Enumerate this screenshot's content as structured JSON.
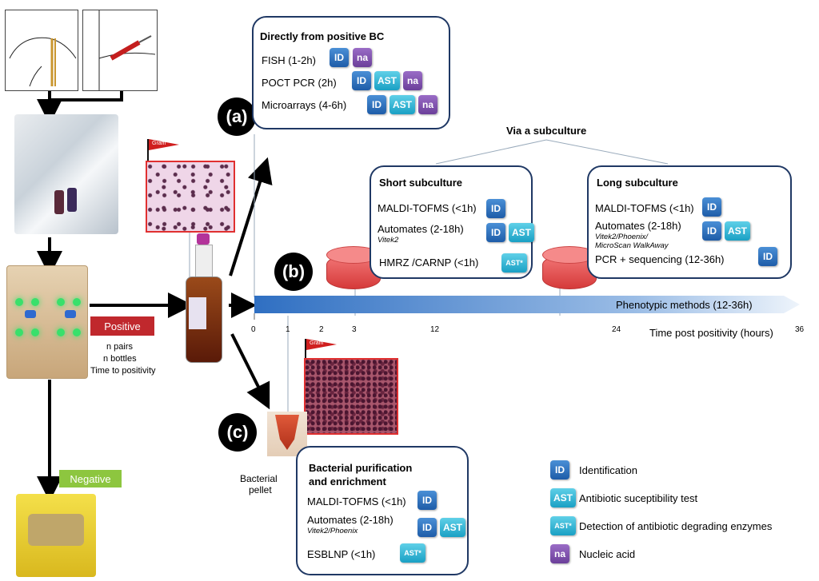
{
  "labels": {
    "a": "(a)",
    "b": "(b)",
    "c": "(c)",
    "positive": "Positive",
    "negative": "Negative",
    "n_pairs": "n pairs",
    "n_bottles": "n bottles",
    "time_to_positivity": "Time to positivity",
    "gram": "Gram",
    "bacterial_pellet_1": "Bacterial",
    "bacterial_pellet_2": "pellet",
    "via_subculture": "Via a subculture",
    "phenotypic": "Phenotypic methods (12-36h)",
    "time_axis": "Time post positivity (hours)"
  },
  "ticks": [
    "0",
    "1",
    "2",
    "3",
    "12",
    "24",
    "36"
  ],
  "box_a": {
    "title": "Directly from positive BC",
    "rows": [
      "FISH (1-2h)",
      "POCT PCR (2h)",
      "Microarrays (4-6h)"
    ]
  },
  "box_short": {
    "title": "Short subculture",
    "rows": [
      "MALDI-TOFMS (<1h)",
      "Automates (2-18h)",
      "HMRZ /CARNP (<1h)"
    ],
    "sub": "Vitek2"
  },
  "box_long": {
    "title": "Long subculture",
    "rows": [
      "MALDI-TOFMS (<1h)",
      "Automates (2-18h)",
      "PCR + sequencing (12-36h)"
    ],
    "sub1": "Vitek2/Phoenix/",
    "sub2": "MicroScan WalkAway"
  },
  "box_c": {
    "title1": "Bacterial purification",
    "title2": "and enrichment",
    "rows": [
      "MALDI-TOFMS (<1h)",
      "Automates (2-18h)",
      "ESBLNP (<1h)"
    ],
    "sub": "Vitek2/Phoenix"
  },
  "badges": {
    "id": "ID",
    "ast": "AST",
    "ast_star": "AST*",
    "na": "na"
  },
  "legend": [
    {
      "badge": "ID",
      "text": "Identification"
    },
    {
      "badge": "AST",
      "text": "Antibiotic suceptibility test"
    },
    {
      "badge": "AST*",
      "text": "Detection of antibiotic degrading enzymes"
    },
    {
      "badge": "na",
      "text": "Nucleic acid"
    }
  ],
  "colors": {
    "positive": "#c0282d",
    "negative": "#8dc63f",
    "box_border": "#1f3864",
    "id": "#2e6fc0",
    "ast": "#28b4d6",
    "na": "#7a4aaa",
    "timeline": "#3a78c8"
  }
}
